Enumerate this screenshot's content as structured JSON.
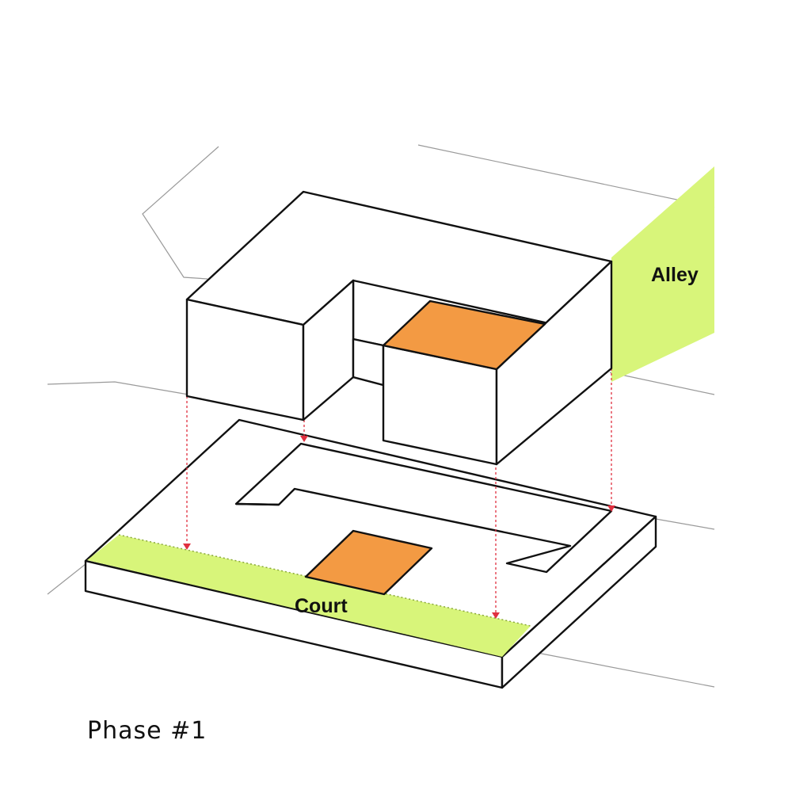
{
  "labels": {
    "alley": "Alley",
    "court": "Court"
  },
  "caption": "Phase #1",
  "colors": {
    "green": "#d8f57a",
    "orange": "#f39a43",
    "outline": "#111111",
    "context_line": "#9a9a9a",
    "projection_line": "#e03040"
  }
}
